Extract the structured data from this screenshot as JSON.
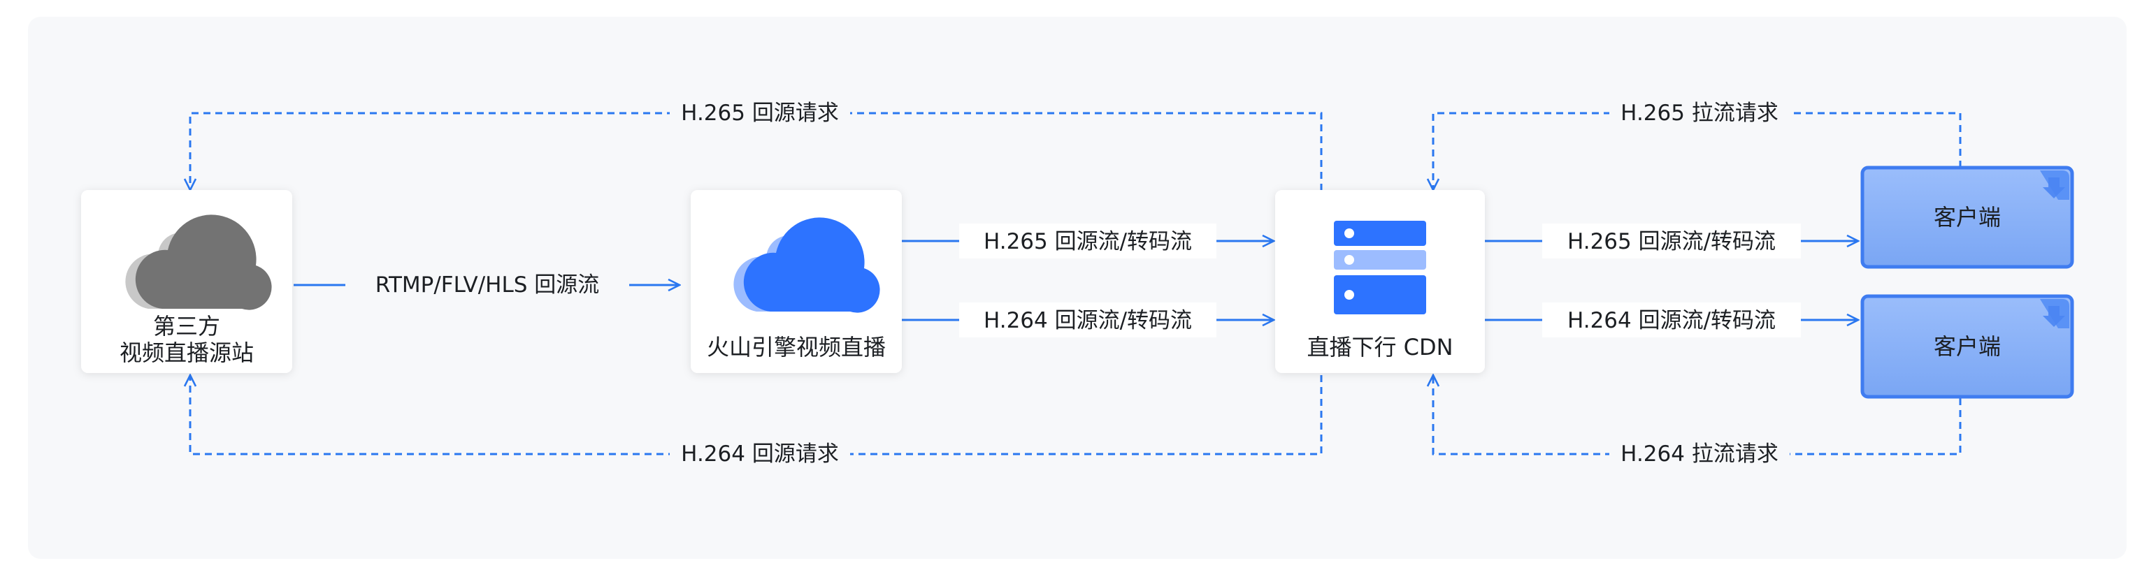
{
  "nodes": {
    "third_party_origin": {
      "line1": "第三方",
      "line2": "视频直播源站"
    },
    "volcengine_live": {
      "label": "火山引擎视频直播"
    },
    "live_cdn": {
      "label": "直播下行 CDN"
    },
    "client_top": {
      "label": "客户端"
    },
    "client_bottom": {
      "label": "客户端"
    }
  },
  "edges": {
    "origin_pull_stream": "RTMP/FLV/HLS 回源流",
    "h265_transcode_left": "H.265 回源流/转码流",
    "h264_transcode_left": "H.264 回源流/转码流",
    "h265_transcode_right": "H.265 回源流/转码流",
    "h264_transcode_right": "H.264 回源流/转码流",
    "h265_origin_request": "H.265 回源请求",
    "h264_origin_request": "H.264 回源请求",
    "h265_pull_request": "H.265 拉流请求",
    "h264_pull_request": "H.264 拉流请求"
  },
  "colors": {
    "background_panel": "#f7f8fa",
    "node_fill": "#ffffff",
    "arrow_blue": "#2a77f0",
    "cloud_gray_dark": "#737373",
    "cloud_gray_light": "#c8c8c8",
    "cloud_blue_dark": "#2d73ff",
    "cloud_blue_light": "#9cbcff",
    "client_fill": "#8ab2f8",
    "client_border": "#3f7cf0"
  },
  "icons": {
    "third_party_origin": "cloud-icon",
    "volcengine_live": "cloud-icon",
    "live_cdn": "server-stack-icon",
    "client": "download-corner-icon"
  }
}
